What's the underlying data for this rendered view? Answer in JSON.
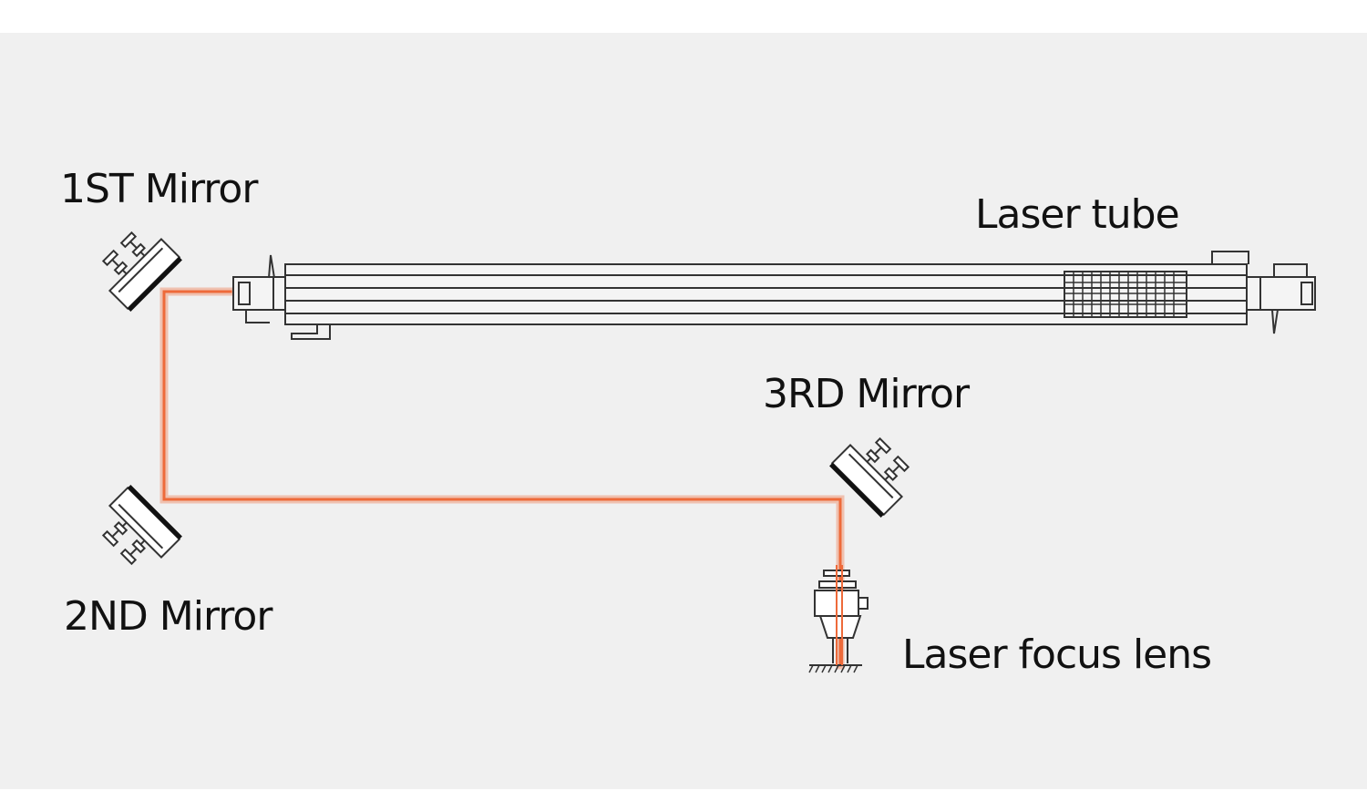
{
  "labels": {
    "first_mirror": "1ST Mirror",
    "second_mirror": "2ND Mirror",
    "third_mirror": "3RD Mirror",
    "laser_tube": "Laser tube",
    "focus_lens": "Laser focus lens"
  },
  "colors": {
    "background": "#f0f0f0",
    "page": "#ffffff",
    "beam": "#ee6a3a",
    "line_art": "#333333",
    "text": "#111111"
  }
}
